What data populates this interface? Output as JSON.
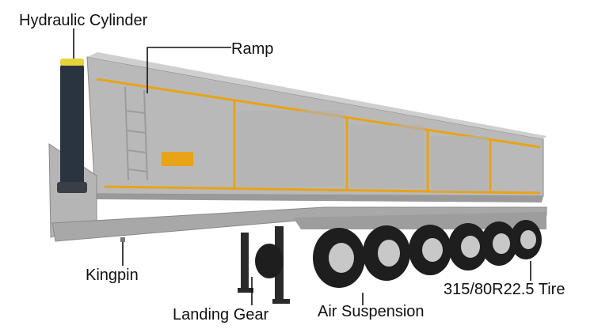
{
  "labels": {
    "hydraulic_cylinder": "Hydraulic Cylinder",
    "ramp": "Ramp",
    "kingpin": "Kingpin",
    "landing_gear": "Landing Gear",
    "air_suspension": "Air Suspension",
    "tire": "315/80R22.5 Tire"
  },
  "colors": {
    "body": "#b9b9b9",
    "body_dark": "#8f8f8f",
    "trim": "#e8a317",
    "cylinder": "#2a3440",
    "cylinder_cap": "#e6d23a",
    "tire": "#1e1e1e",
    "rim": "#c8c8c8",
    "line": "#111111"
  }
}
